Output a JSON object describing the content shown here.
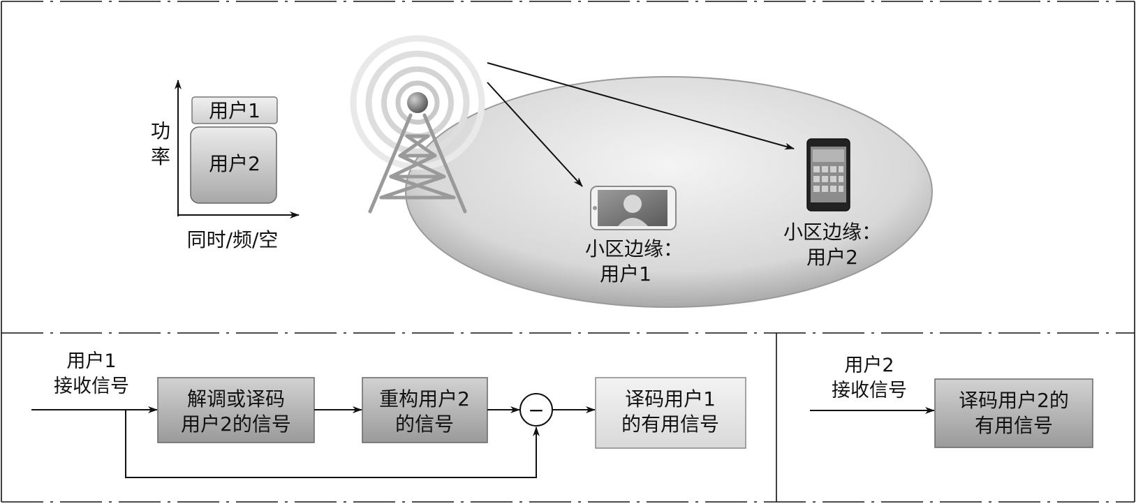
{
  "axes_panel": {
    "y_label_line1": "功",
    "y_label_line2": "率",
    "x_label": "同时/频/空",
    "user1_block": "用户1",
    "user2_block": "用户2"
  },
  "cell": {
    "edge_user1_line1": "小区边缘：",
    "edge_user1_line2": "用户1",
    "edge_user2_line1": "小区边缘：",
    "edge_user2_line2": "用户2"
  },
  "receiver1": {
    "input_line1": "用户1",
    "input_line2": "接收信号",
    "box_demod_line1": "解调或译码",
    "box_demod_line2": "用户2的信号",
    "box_reconstruct_line1": "重构用户2",
    "box_reconstruct_line2": "的信号",
    "subtract_symbol": "−",
    "box_decode_line1": "译码用户1",
    "box_decode_line2": "的有用信号"
  },
  "receiver2": {
    "input_line1": "用户2",
    "input_line2": "接收信号",
    "box_decode_line1": "译码用户2的",
    "box_decode_line2": "有用信号"
  },
  "colors": {
    "line": "#111111",
    "box_dark": "#a8a8a8",
    "box_light": "#e6e6e6",
    "ellipse": "#d6d6d6"
  }
}
